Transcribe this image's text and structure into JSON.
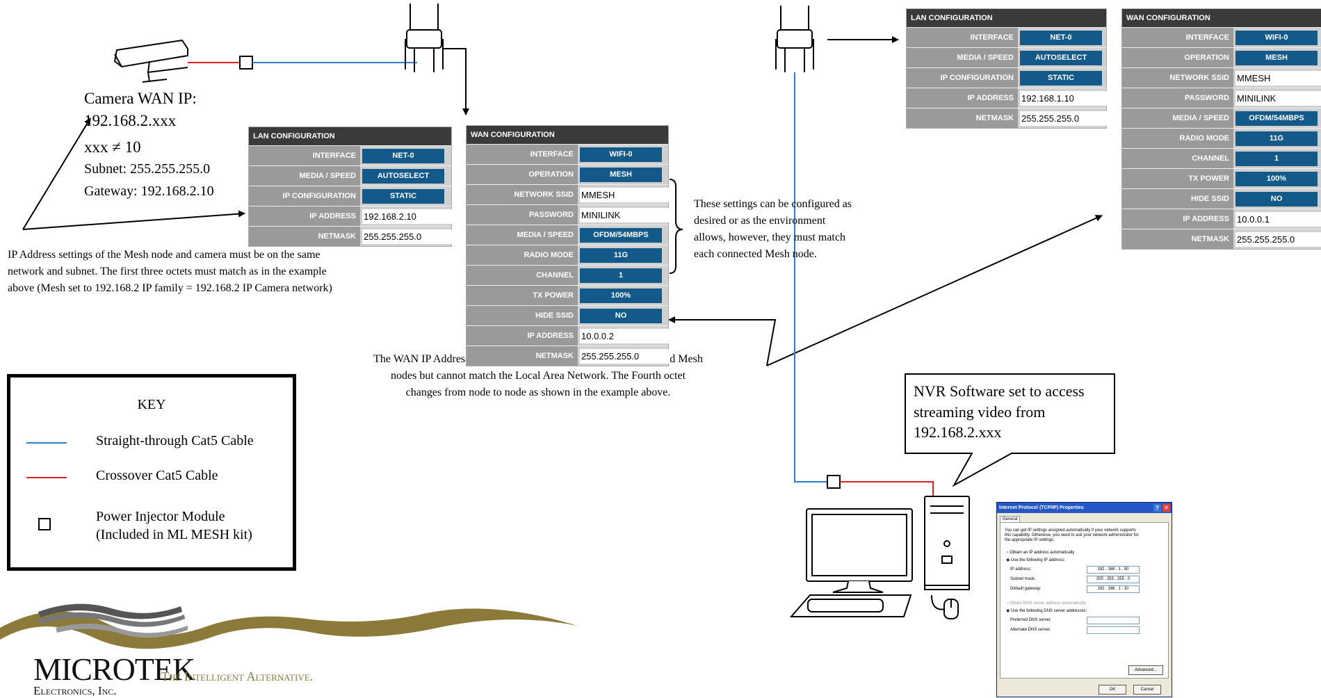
{
  "camera": {
    "line1": "Camera WAN IP:",
    "line2": "192.168.2.xxx",
    "line3": "xxx ≠ 10",
    "line4": "Subnet: 255.255.255.0",
    "line5": "Gateway: 192.168.2.10"
  },
  "notes": {
    "ip_note": [
      "IP Address settings of the Mesh node and camera must be on the same",
      "network and subnet. The first three octets must match as in the example",
      "above (Mesh set to 192.168.2 IP family = 192.168.2 IP Camera network)"
    ],
    "settings_note": [
      "These settings can be configured as",
      "desired or as the environment",
      "allows, however, they must match",
      "each connected Mesh node."
    ],
    "wan_note": [
      "The WAN IP Address must share the same network as all connected Mesh",
      "nodes but cannot match the Local Area Network. The Fourth octet",
      "changes from node to node as shown in the example above."
    ]
  },
  "panels": {
    "lan1": {
      "title": "LAN CONFIGURATION",
      "rows": [
        {
          "label": "INTERFACE",
          "value": "NET-0",
          "kind": "btn"
        },
        {
          "label": "MEDIA / SPEED",
          "value": "AUTOSELECT",
          "kind": "btn"
        },
        {
          "label": "IP CONFIGURATION",
          "value": "STATIC",
          "kind": "btn"
        },
        {
          "label": "IP ADDRESS",
          "value": "192.168.2.10",
          "kind": "txt"
        },
        {
          "label": "NETMASK",
          "value": "255.255.255.0",
          "kind": "txt"
        }
      ]
    },
    "wan1": {
      "title": "WAN CONFIGURATION",
      "rows": [
        {
          "label": "INTERFACE",
          "value": "WIFI-0",
          "kind": "btn"
        },
        {
          "label": "OPERATION",
          "value": "MESH",
          "kind": "btn"
        },
        {
          "label": "NETWORK SSID",
          "value": "MMESH",
          "kind": "txt"
        },
        {
          "label": "PASSWORD",
          "value": "MINILINK",
          "kind": "txt"
        },
        {
          "label": "MEDIA / SPEED",
          "value": "OFDM/54MBPS",
          "kind": "btn"
        },
        {
          "label": "RADIO MODE",
          "value": "11G",
          "kind": "btn"
        },
        {
          "label": "CHANNEL",
          "value": "1",
          "kind": "btn"
        },
        {
          "label": "TX POWER",
          "value": "100%",
          "kind": "btn"
        },
        {
          "label": "HIDE SSID",
          "value": "NO",
          "kind": "btn"
        },
        {
          "label": "IP ADDRESS",
          "value": "10.0.0.2",
          "kind": "txt"
        },
        {
          "label": "NETMASK",
          "value": "255.255.255.0",
          "kind": "txt"
        }
      ]
    },
    "lan2": {
      "title": "LAN CONFIGURATION",
      "rows": [
        {
          "label": "INTERFACE",
          "value": "NET-0",
          "kind": "btn"
        },
        {
          "label": "MEDIA / SPEED",
          "value": "AUTOSELECT",
          "kind": "btn"
        },
        {
          "label": "IP CONFIGURATION",
          "value": "STATIC",
          "kind": "btn"
        },
        {
          "label": "IP ADDRESS",
          "value": "192.168.1.10",
          "kind": "txt"
        },
        {
          "label": "NETMASK",
          "value": "255.255.255.0",
          "kind": "txt"
        }
      ]
    },
    "wan2": {
      "title": "WAN CONFIGURATION",
      "rows": [
        {
          "label": "INTERFACE",
          "value": "WIFI-0",
          "kind": "btn"
        },
        {
          "label": "OPERATION",
          "value": "MESH",
          "kind": "btn"
        },
        {
          "label": "NETWORK SSID",
          "value": "MMESH",
          "kind": "txt"
        },
        {
          "label": "PASSWORD",
          "value": "MINILINK",
          "kind": "txt"
        },
        {
          "label": "MEDIA / SPEED",
          "value": "OFDM/54MBPS",
          "kind": "btn"
        },
        {
          "label": "RADIO MODE",
          "value": "11G",
          "kind": "btn"
        },
        {
          "label": "CHANNEL",
          "value": "1",
          "kind": "btn"
        },
        {
          "label": "TX POWER",
          "value": "100%",
          "kind": "btn"
        },
        {
          "label": "HIDE SSID",
          "value": "NO",
          "kind": "btn"
        },
        {
          "label": "IP ADDRESS",
          "value": "10.0.0.1",
          "kind": "txt"
        },
        {
          "label": "NETMASK",
          "value": "255.255.255.0",
          "kind": "txt"
        }
      ]
    }
  },
  "key": {
    "title": "KEY",
    "straight": "Straight-through Cat5 Cable",
    "crossover": "Crossover Cat5 Cable",
    "injector_line1": "Power Injector Module",
    "injector_line2": "(Included in ML MESH kit)",
    "colors": {
      "straight": "#2f7fd0",
      "crossover": "#e02020"
    }
  },
  "nvr": {
    "text": "NVR Software set to access streaming video from 192.168.2.xxx"
  },
  "logo": {
    "name": "MICROTEK",
    "sub": "Electronics, Inc.",
    "tagline": "The Intelligent Alternative."
  },
  "dialog": {
    "title": "Internet Protocol (TCP/IP) Properties",
    "tab": "General",
    "desc1": "You can get IP settings assigned automatically if your network supports",
    "desc2": "this capability. Otherwise, you need to ask your network administrator for",
    "desc3": "the appropriate IP settings.",
    "opt_auto": "Obtain an IP address automatically",
    "opt_manual": "Use the following IP address:",
    "ip_label": "IP address:",
    "ip_value": "192 . 168 . 1 . 50",
    "mask_label": "Subnet mask:",
    "mask_value": "255 . 255 . 255 . 0",
    "gw_label": "Default gateway:",
    "gw_value": "192 . 168 . 1 . 10",
    "dns_auto": "Obtain DNS server address automatically",
    "dns_manual": "Use the following DNS server addresses:",
    "dns_pref": "Preferred DNS server:",
    "dns_alt": "Alternate DNS server:",
    "advanced": "Advanced...",
    "ok": "OK",
    "cancel": "Cancel"
  }
}
